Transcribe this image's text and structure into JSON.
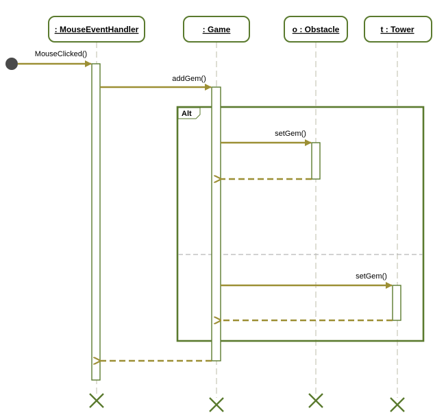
{
  "lifelines": [
    {
      "id": "handler",
      "label": ": MouseEventHandler"
    },
    {
      "id": "game",
      "label": ": Game"
    },
    {
      "id": "obstacle",
      "label": "o : Obstacle"
    },
    {
      "id": "tower",
      "label": "t : Tower"
    }
  ],
  "messages": {
    "mouse_clicked": "MouseClicked()",
    "add_gem": "addGem()",
    "set_gem_obstacle": "setGem()",
    "set_gem_tower": "setGem()"
  },
  "fragment": {
    "operator": "Alt"
  },
  "colors": {
    "frame": "#5a7a2e",
    "message": "#9c8f34",
    "lifeline": "#c8c8b8",
    "start_dot": "#4a4a4a"
  }
}
